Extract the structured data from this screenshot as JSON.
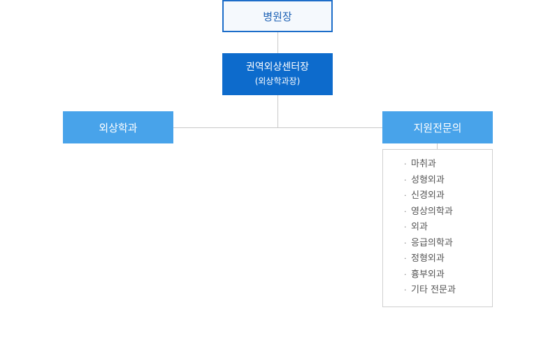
{
  "director": {
    "label": "병원장"
  },
  "center_head": {
    "label": "권역외상센터장",
    "sub_label": "(외상학과장)"
  },
  "trauma_dept": {
    "label": "외상학과"
  },
  "specialists": {
    "label": "지원전문의",
    "items": [
      "마취과",
      "성형외과",
      "신경외과",
      "영상의학과",
      "외과",
      "응급의학과",
      "정형외과",
      "흉부외과",
      "기타 전문과"
    ]
  },
  "colors": {
    "director_border": "#1c6dc9",
    "center_head_bg": "#0d6bcc",
    "dept_bg": "#48a3ea",
    "connector": "#c8c8c8"
  }
}
